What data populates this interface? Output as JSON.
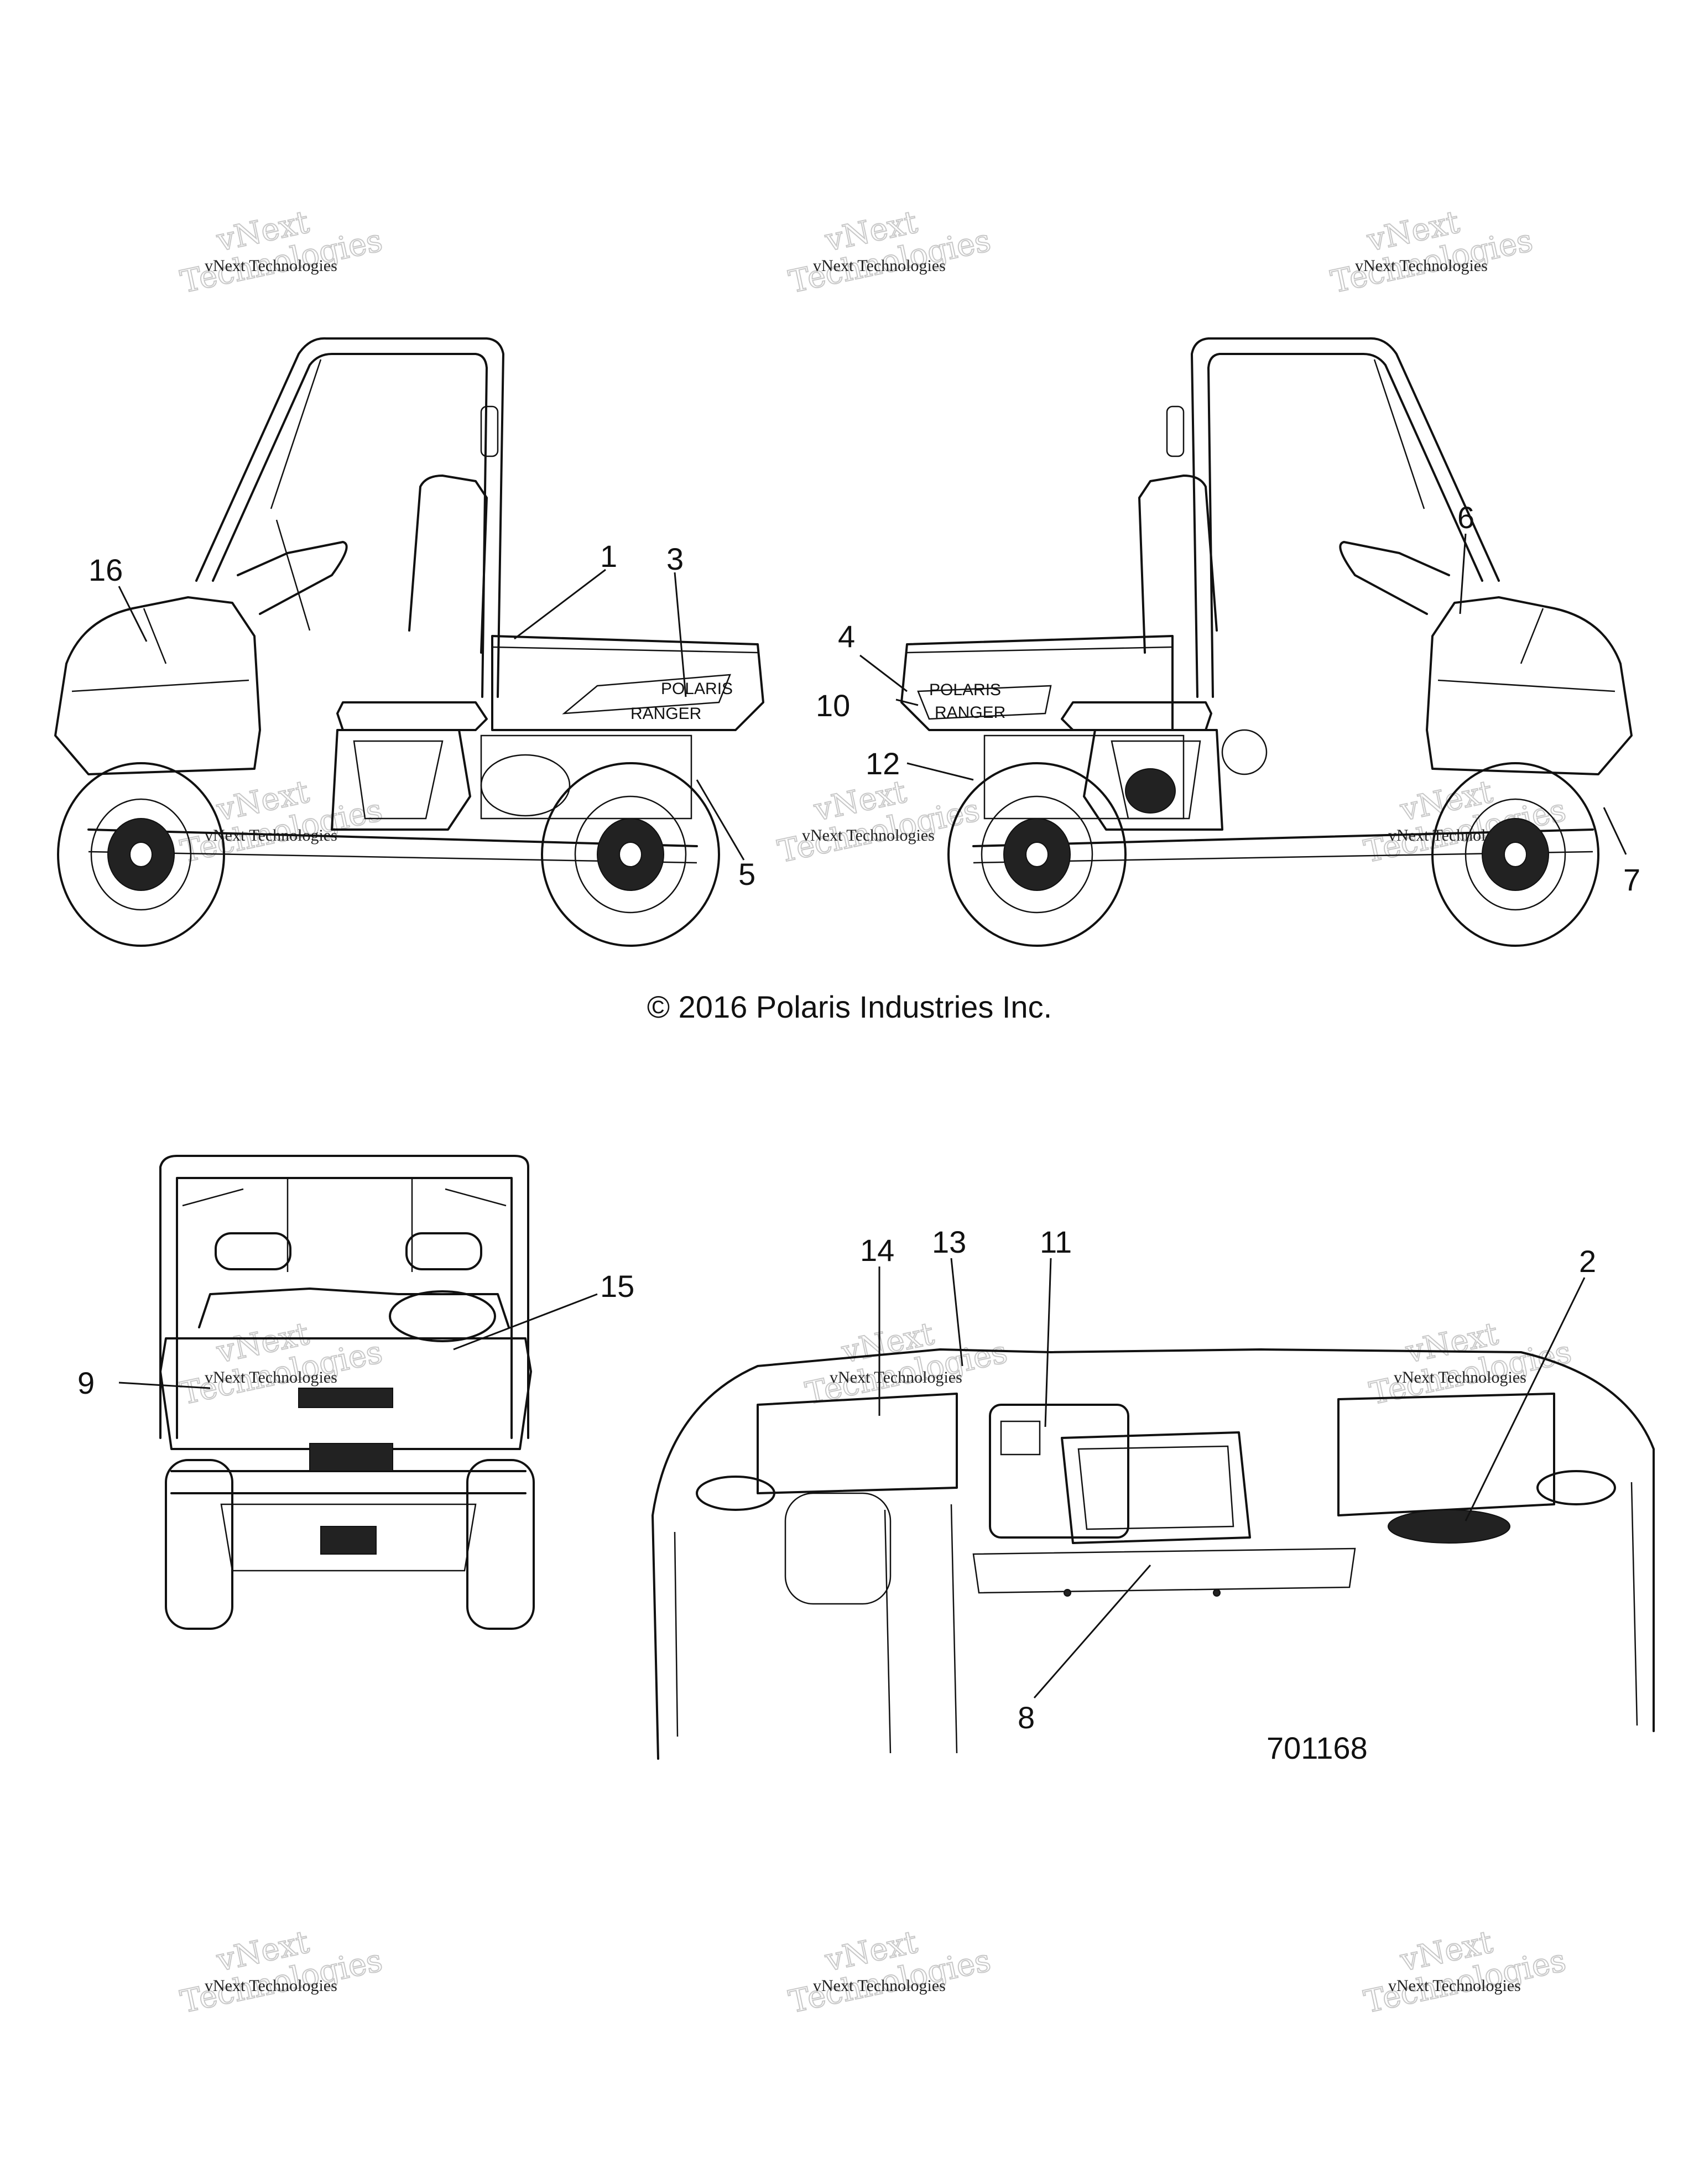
{
  "copyright": "© 2016 Polaris Industries Inc.",
  "part_number": "701168",
  "decal_text": {
    "left_bed": "RANGER",
    "right_bed": "RANGER",
    "brand_left": "POLARIS",
    "brand_right": "POLARIS"
  },
  "watermark": {
    "line1": "vNext Technologies",
    "line2": "Technologies",
    "line3": "vNext"
  },
  "callouts": {
    "c1": "1",
    "c2": "2",
    "c3": "3",
    "c4": "4",
    "c5": "5",
    "c6": "6",
    "c7": "7",
    "c8": "8",
    "c9": "9",
    "c10": "10",
    "c11": "11",
    "c12": "12",
    "c13": "13",
    "c14": "14",
    "c15": "15",
    "c16": "16"
  }
}
